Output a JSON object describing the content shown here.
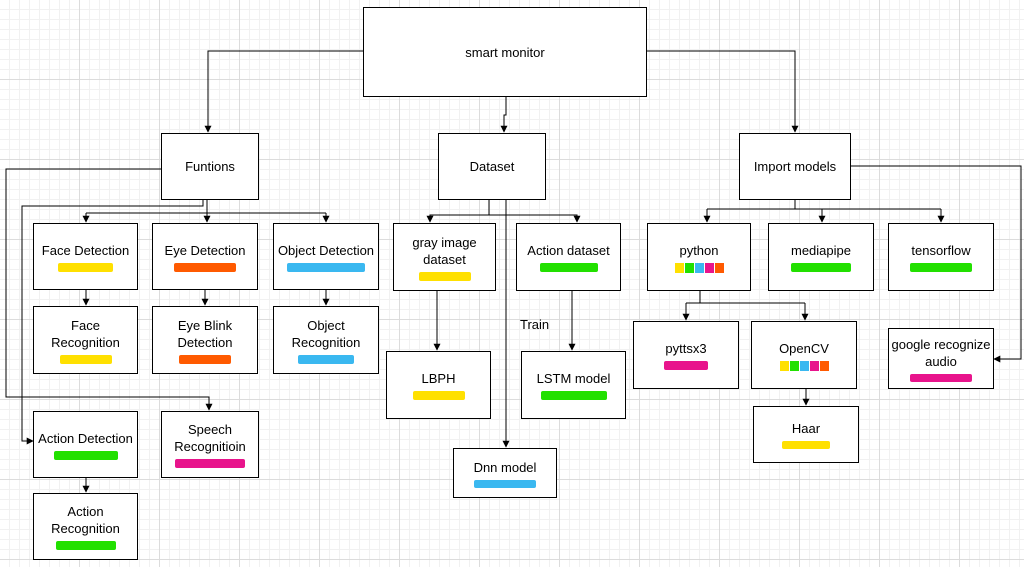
{
  "nodes": {
    "smart_monitor": {
      "label": "smart monitor"
    },
    "funtions": {
      "label": "Funtions"
    },
    "dataset": {
      "label": "Dataset"
    },
    "import_models": {
      "label": "Import models"
    },
    "face_detection": {
      "label": "Face Detection",
      "mark_color": "#ffe000"
    },
    "eye_detection": {
      "label": "Eye Detection",
      "mark_color": "#ff5a00"
    },
    "object_detection": {
      "label": "Object Detection",
      "mark_color": "#3ab8f0"
    },
    "face_recognition": {
      "label": "Face\nRecognition",
      "mark_color": "#ffe000"
    },
    "eye_blink_detection": {
      "label": "Eye Blink\nDetection",
      "mark_color": "#ff5a00"
    },
    "object_recognition": {
      "label": "Object\nRecognition",
      "mark_color": "#3ab8f0"
    },
    "action_detection": {
      "label": "Action Detection",
      "mark_color": "#22e000"
    },
    "speech_recognitioin": {
      "label": "Speech\nRecognitioin",
      "mark_color": "#e8148c"
    },
    "action_recognition": {
      "label": "Action\nRecognition",
      "mark_color": "#22e000"
    },
    "gray_image_dataset": {
      "label": "gray image\ndataset",
      "mark_color": "#ffe000"
    },
    "action_dataset": {
      "label": "Action dataset",
      "mark_color": "#22e000"
    },
    "lbph": {
      "label": "LBPH",
      "mark_color": "#ffe000"
    },
    "lstm_model": {
      "label": "LSTM model",
      "mark_color": "#22e000"
    },
    "dnn_model": {
      "label": "Dnn model",
      "mark_color": "#3ab8f0"
    },
    "python": {
      "label": "python",
      "swatches": [
        "#ffe000",
        "#22e000",
        "#3ab8f0",
        "#e8148c",
        "#ff5a00"
      ]
    },
    "mediapipe": {
      "label": "mediapipe",
      "mark_color": "#22e000"
    },
    "tensorflow": {
      "label": "tensorflow",
      "mark_color": "#22e000"
    },
    "pyttsx3": {
      "label": "pyttsx3",
      "mark_color": "#e8148c"
    },
    "opencv": {
      "label": "OpenCV",
      "swatches": [
        "#ffe000",
        "#22e000",
        "#3ab8f0",
        "#e8148c",
        "#ff5a00"
      ]
    },
    "haar": {
      "label": "Haar",
      "mark_color": "#ffe000"
    },
    "google_recognize_audio": {
      "label": "google recognize\naudio",
      "mark_color": "#e8148c"
    }
  },
  "edge_labels": {
    "train": "Train"
  },
  "colors": {
    "line": "#000000",
    "node_border": "#000000",
    "node_fill": "#ffffff"
  }
}
